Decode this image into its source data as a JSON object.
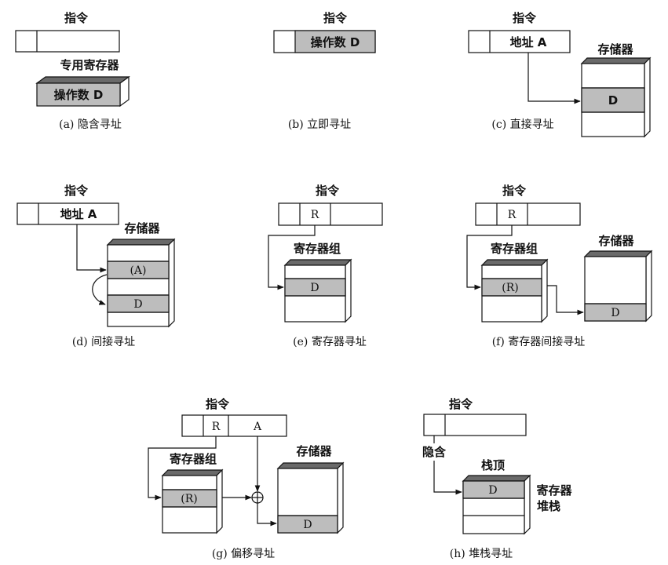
{
  "labels": {
    "instruction": "指令",
    "memory": "存储器",
    "register_group": "寄存器组",
    "special_register": "专用寄存器",
    "operand_d": "操作数 D",
    "address_a": "地址 A",
    "d": "D",
    "paren_a": "(A)",
    "paren_r": "(R)",
    "r": "R",
    "a": "A",
    "implied": "隐含",
    "stack_top": "栈顶",
    "register_stack_line1": "寄存器",
    "register_stack_line2": "堆栈"
  },
  "captions": {
    "a": "(a) 隐含寻址",
    "b": "(b) 立即寻址",
    "c": "(c) 直接寻址",
    "d": "(d) 间接寻址",
    "e": "(e) 寄存器寻址",
    "f": "(f) 寄存器间接寻址",
    "g": "(g) 偏移寻址",
    "h": "(h) 堆栈寻址"
  }
}
